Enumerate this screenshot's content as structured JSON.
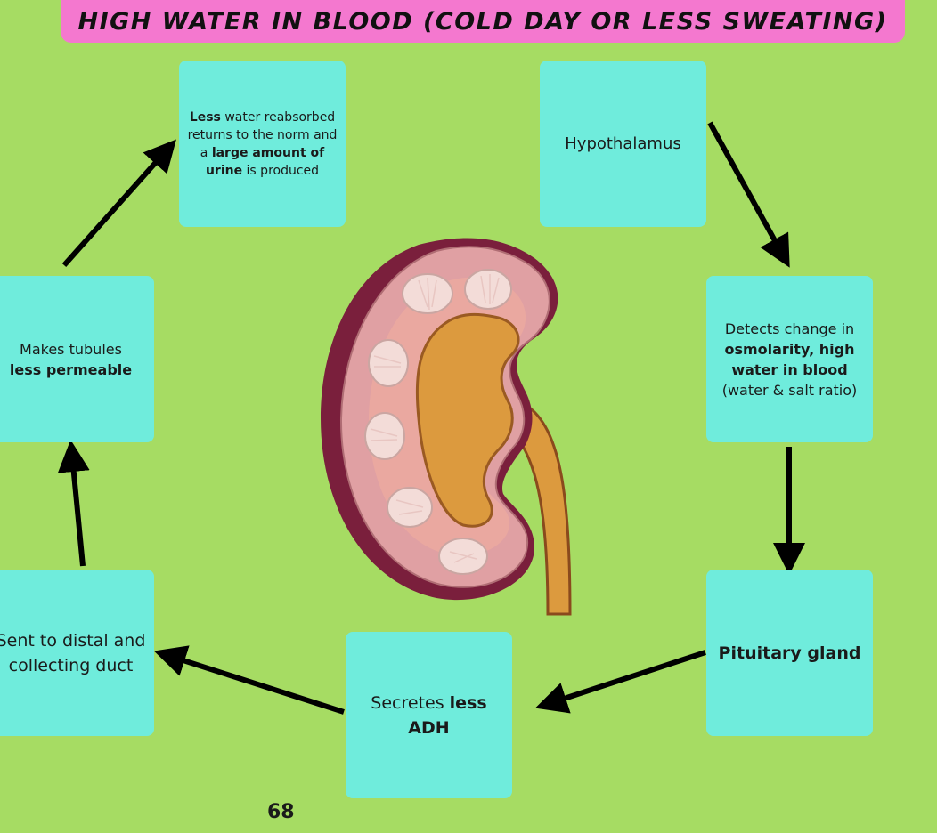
{
  "title": "HIGH WATER IN BLOOD (COLD DAY OR LESS SWEATING)",
  "steps": {
    "hypothalamus": {
      "text": "Hypothalamus"
    },
    "detects": {
      "a": "Detects change in",
      "b": "osmolarity, high water in blood",
      "c": "(water & salt ratio)"
    },
    "pituitary": {
      "text": "Pituitary gland"
    },
    "secretes": {
      "a": "Secretes",
      "b": "less ADH"
    },
    "sent": {
      "text": "Sent to distal and collecting duct"
    },
    "makes": {
      "a": "Makes tubules",
      "b": "less permeable"
    },
    "less_water": {
      "a": "Less",
      "b": "water reabsorbed returns to the norm and a",
      "c": "large amount of urine",
      "d": "is produced"
    }
  },
  "illustration": "kidney cross-section",
  "colors": {
    "background": "#a6dc63",
    "title_bar": "#f478cf",
    "box": "#6fecdc",
    "arrow": "#000000"
  },
  "page_number": "68"
}
